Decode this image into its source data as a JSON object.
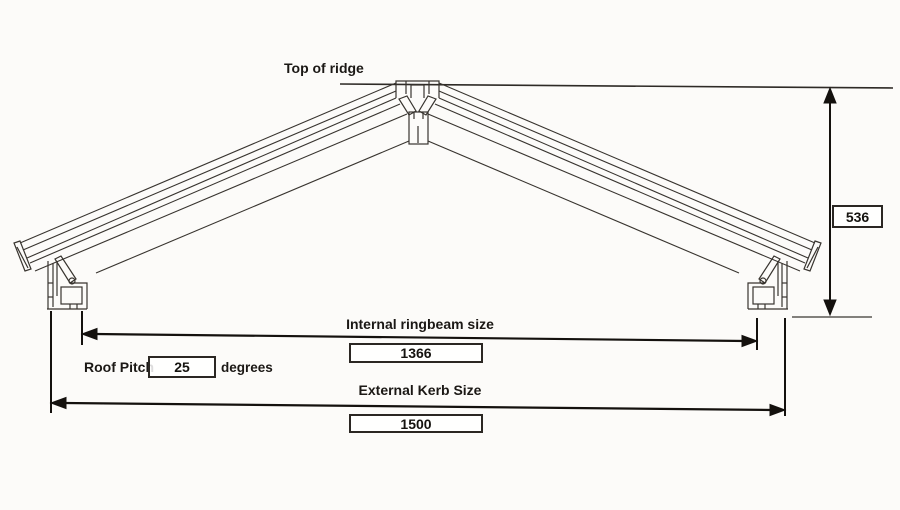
{
  "diagram": {
    "top_of_ridge_label": "Top of ridge",
    "ridge_height": {
      "value": "536"
    },
    "internal_ringbeam": {
      "label": "Internal ringbeam size",
      "value": "1366"
    },
    "roof_pitch": {
      "label": "Roof Pitch",
      "value": "25",
      "unit": "degrees"
    },
    "external_kerb": {
      "label": "External Kerb Size",
      "value": "1500"
    }
  },
  "colors": {
    "drawing_line": "#38342f",
    "dimension_line": "#14110e",
    "text": "#1b1815",
    "background": "#fcfbf9",
    "box_border": "#2b2723"
  }
}
